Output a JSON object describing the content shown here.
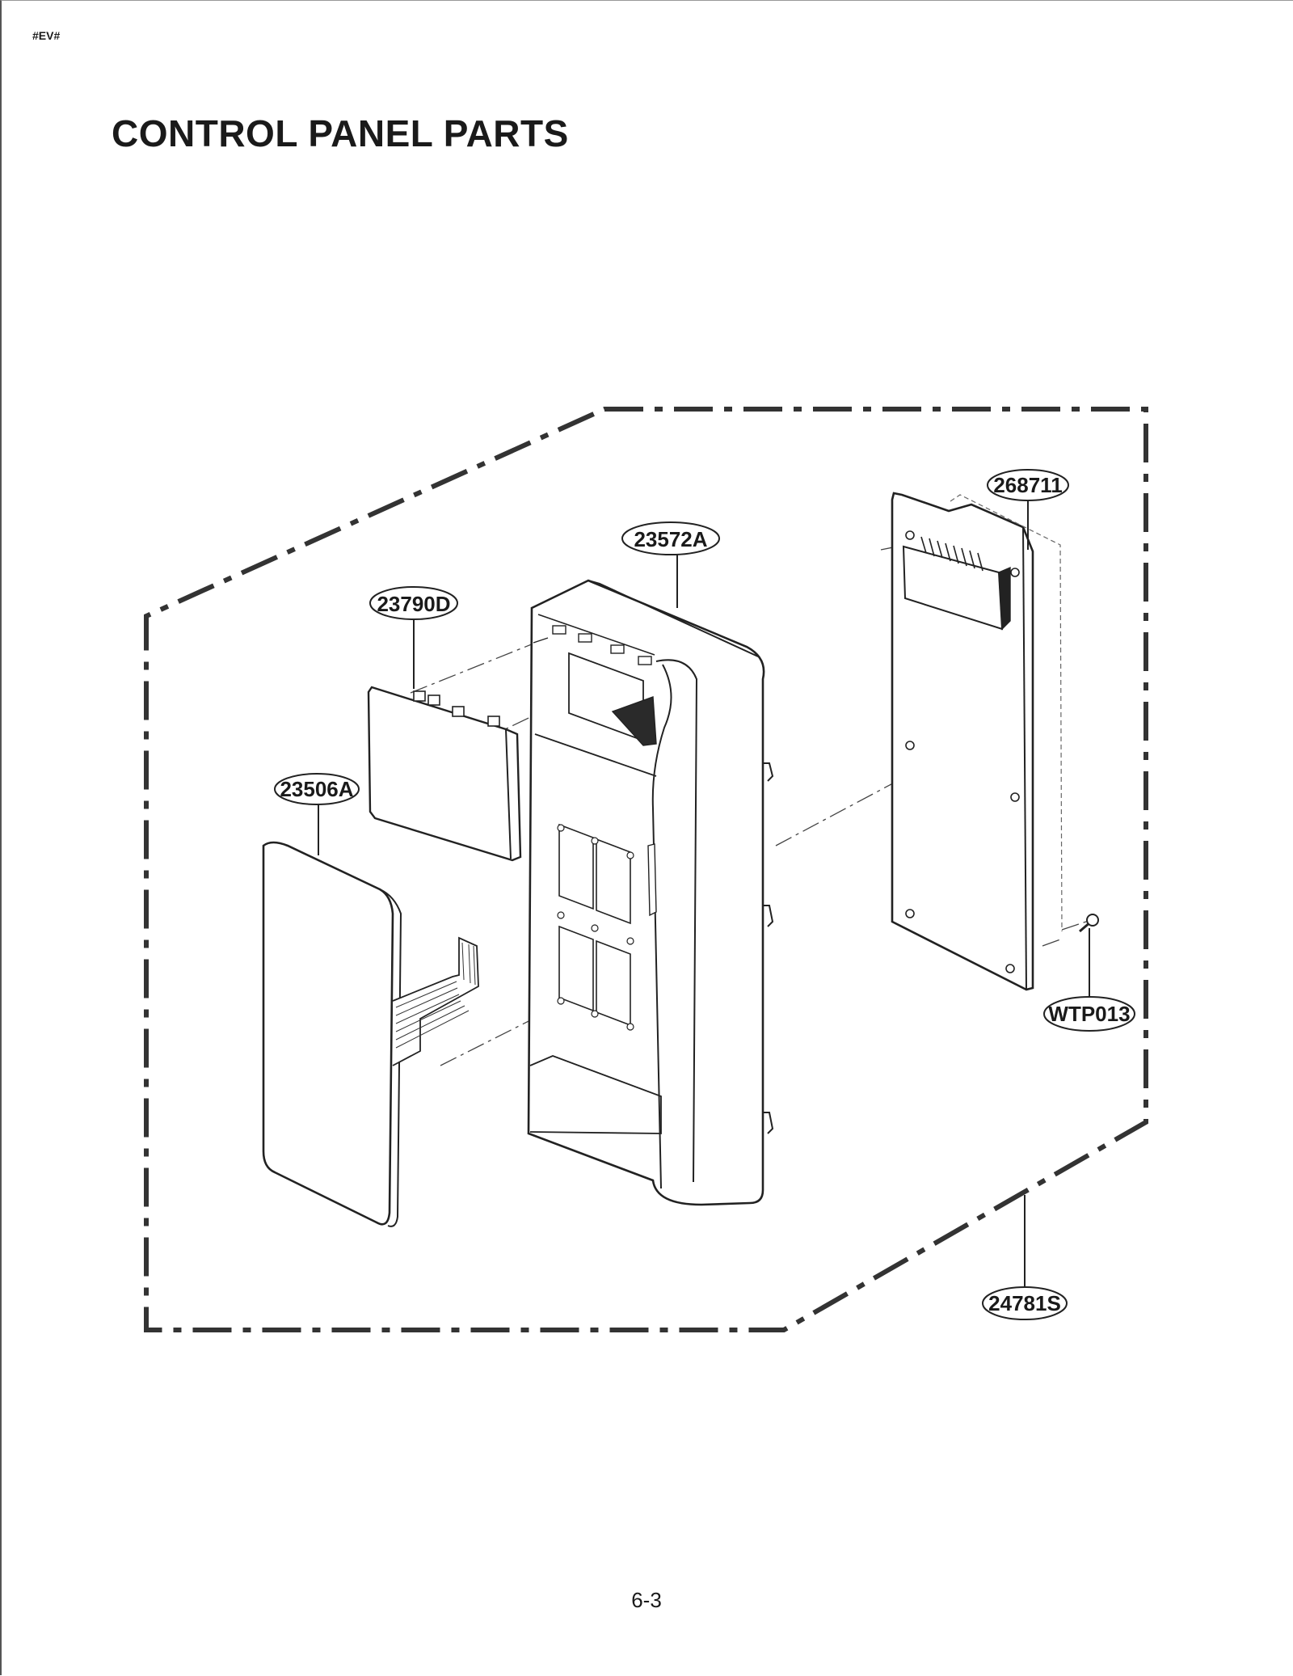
{
  "header": {
    "tag": "#EV#"
  },
  "title": "CONTROL PANEL PARTS",
  "page_number": "6-3",
  "callouts": {
    "p268711": "268711",
    "p23572A": "23572A",
    "p23790D": "23790D",
    "p23506A": "23506A",
    "pWTP013": "WTP013",
    "p24781S": "24781S"
  }
}
